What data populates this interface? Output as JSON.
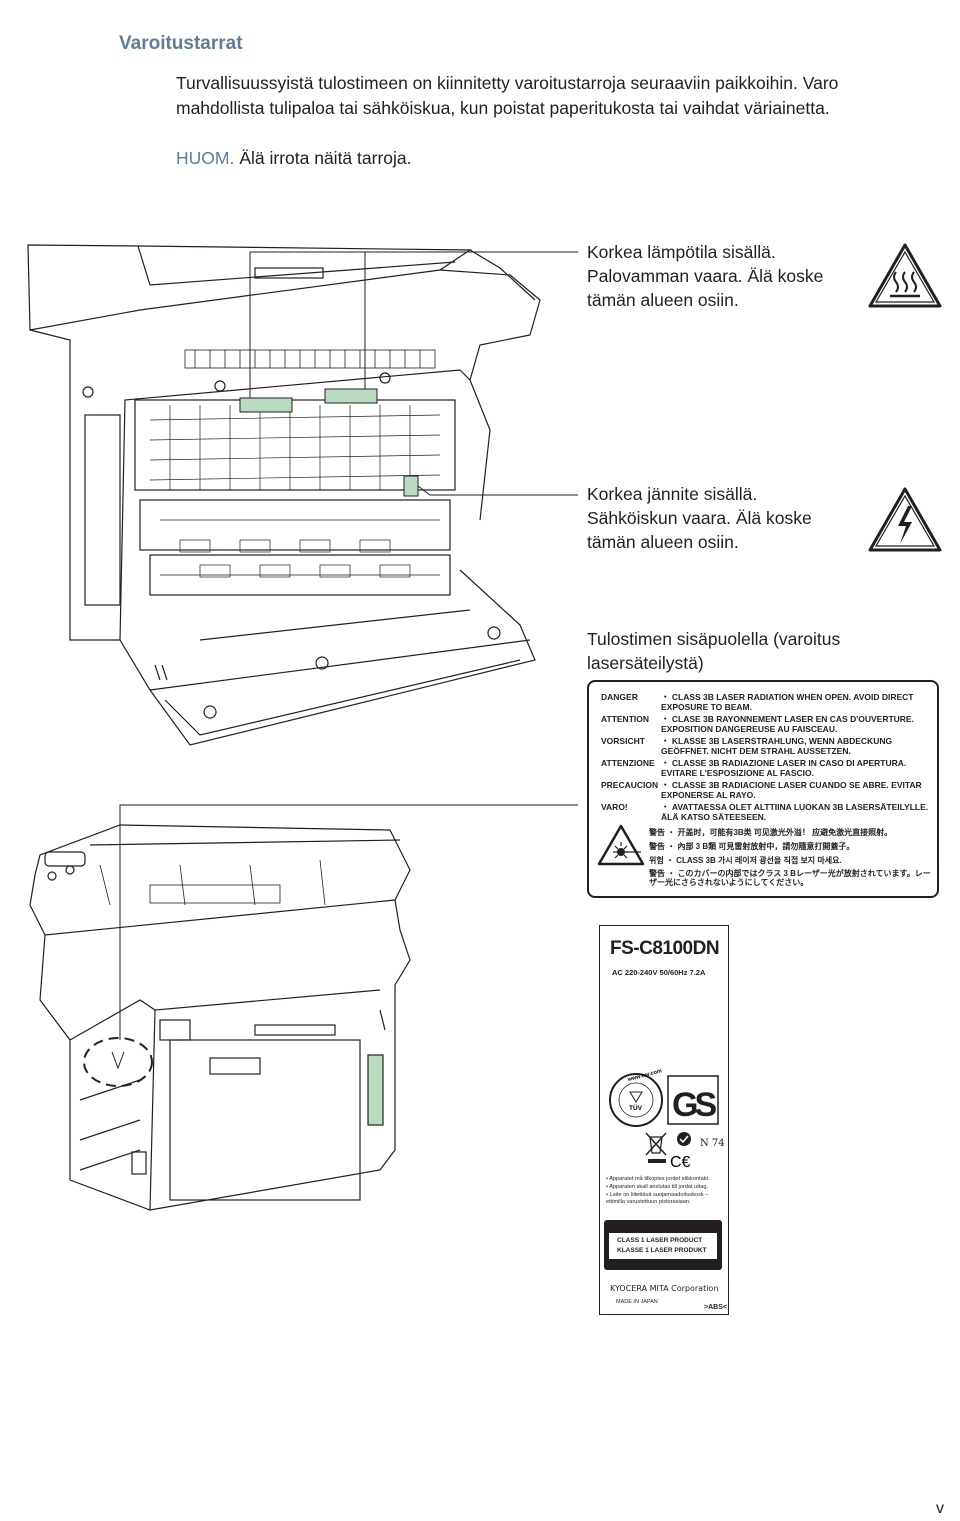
{
  "heading": "Varoitustarrat",
  "intro": "Turvallisuussyistä tulostimeen on kiinnitetty varoitustarroja seuraaviin paikkoihin. Varo mahdollista tulipaloa tai sähköiskua, kun poistat paperitukosta tai vaihdat väriainetta.",
  "note": {
    "label": "HUOM.",
    "text": "Älä irrota näitä tarroja."
  },
  "callouts": {
    "heat": {
      "line1": "Korkea lämpötila sisällä.",
      "line2": "Palovamman vaara. Älä koske",
      "line3": "tämän alueen osiin.",
      "icon": "hot-surface-icon"
    },
    "voltage": {
      "line1": "Korkea jännite sisällä.",
      "line2": "Sähköiskun vaara. Älä koske",
      "line3": "tämän alueen osiin.",
      "icon": "electric-shock-icon"
    },
    "laser": {
      "line1": "Tulostimen sisäpuolella (varoitus",
      "line2": "lasersäteilystä)"
    }
  },
  "laser_label": {
    "rows": [
      {
        "key": "DANGER",
        "text": "・ CLASS 3B LASER RADIATION WHEN OPEN. AVOID DIRECT EXPOSURE TO BEAM."
      },
      {
        "key": "ATTENTION",
        "text": "・ CLASE 3B RAYONNEMENT LASER EN CAS D'OUVERTURE. EXPOSITION DANGEREUSE AU FAISCEAU."
      },
      {
        "key": "VORSICHT",
        "text": "・ KLASSE 3B LASERSTRAHLUNG, WENN ABDECKUNG GEÖFFNET. NICHT DEM STRAHL AUSSETZEN."
      },
      {
        "key": "ATTENZIONE",
        "text": "・ CLASSE 3B RADIAZIONE LASER IN CASO DI APERTURA. EVITARE L'ESPOSIZIONE AL FASCIO."
      },
      {
        "key": "PRECAUCION",
        "text": "・ CLASSE 3B RADIACIONE LASER CUANDO SE ABRE. EVITAR EXPONERSE AL RAYO."
      },
      {
        "key": "VARO!",
        "text": "・ AVATTAESSA OLET ALTTIINA LUOKAN 3B LASERSÄTEILYLLE. ÄLÄ KATSO SÄTEESEEN."
      }
    ],
    "asia": [
      "警告 ・ 开盖时，可能有3B类 可见激光外溢！ 应避免激光直接照射。",
      "警告 ・ 內部 3 B類 可見雷射放射中，請勿隨意打開蓋子。",
      "위험 ・ CLASS 3B 가시 레이저 광선을 직접 보지 마세요.",
      "警告 ・ このカバーの内部ではクラス 3 Bレーザー光が放射されています。レーザー光にさらされないようにしてください。"
    ]
  },
  "rating_label": {
    "model": "FS-C8100DN",
    "rating": "AC 220-240V  50/60Hz  7.2A",
    "tuv_url": "www.tuv.com",
    "tuv_name": "TÜV",
    "n74": "N 74",
    "safety": [
      "• Apparatet må tilkoples jordet stikkontakt.",
      "• Apparaten skall anslutas till jordat uttag.",
      "• Laite on liitettävä suojamaadoituskosk – ettimilla varustettuun pistorasiaan."
    ],
    "class1_line1": "CLASS 1 LASER PRODUCT",
    "class1_line2": "KLASSE 1 LASER PRODUKT",
    "manufacturer": "KYOCERA MITA Corporation",
    "made_in": "MADE IN JAPAN",
    "abs": ">ABS<"
  },
  "page_number": "v"
}
